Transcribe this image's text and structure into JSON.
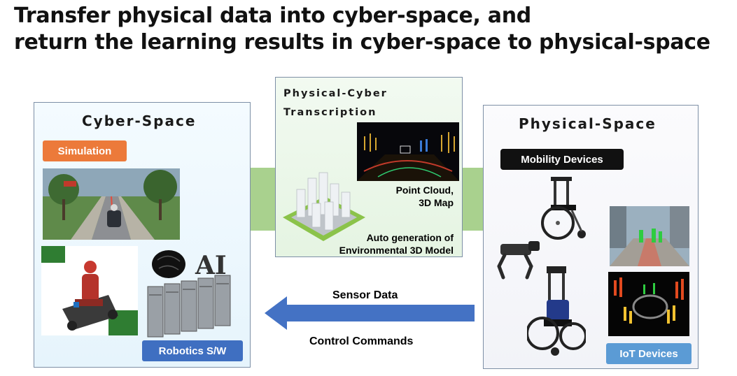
{
  "title": {
    "line1": "Transfer physical data into cyber-space, and",
    "line2": "return the learning results in cyber-space to physical-space"
  },
  "cyber_space": {
    "title": "Cyber-Space",
    "simulation_label": "Simulation",
    "robotics_label": "Robotics S/W",
    "ai_text": "AI"
  },
  "transcription": {
    "title_line1": "Physical-Cyber",
    "title_line2": "Transcription",
    "point_cloud_line1": "Point Cloud,",
    "point_cloud_line2": "3D Map",
    "auto_gen_line1": "Auto generation of",
    "auto_gen_line2": "Environmental 3D Model"
  },
  "physical_space": {
    "title": "Physical-Space",
    "mobility_label": "Mobility Devices",
    "iot_label": "IoT Devices"
  },
  "flows": {
    "sensor_data": "Sensor Data",
    "control_commands": "Control Commands"
  },
  "colors": {
    "green_arrow": "#a9d18e",
    "blue_arrow": "#4472c4",
    "simulation_badge": "#ec7a3a",
    "robotics_badge": "#3f6fc1",
    "mobility_badge": "#111111",
    "iot_badge": "#5b9bd5"
  }
}
